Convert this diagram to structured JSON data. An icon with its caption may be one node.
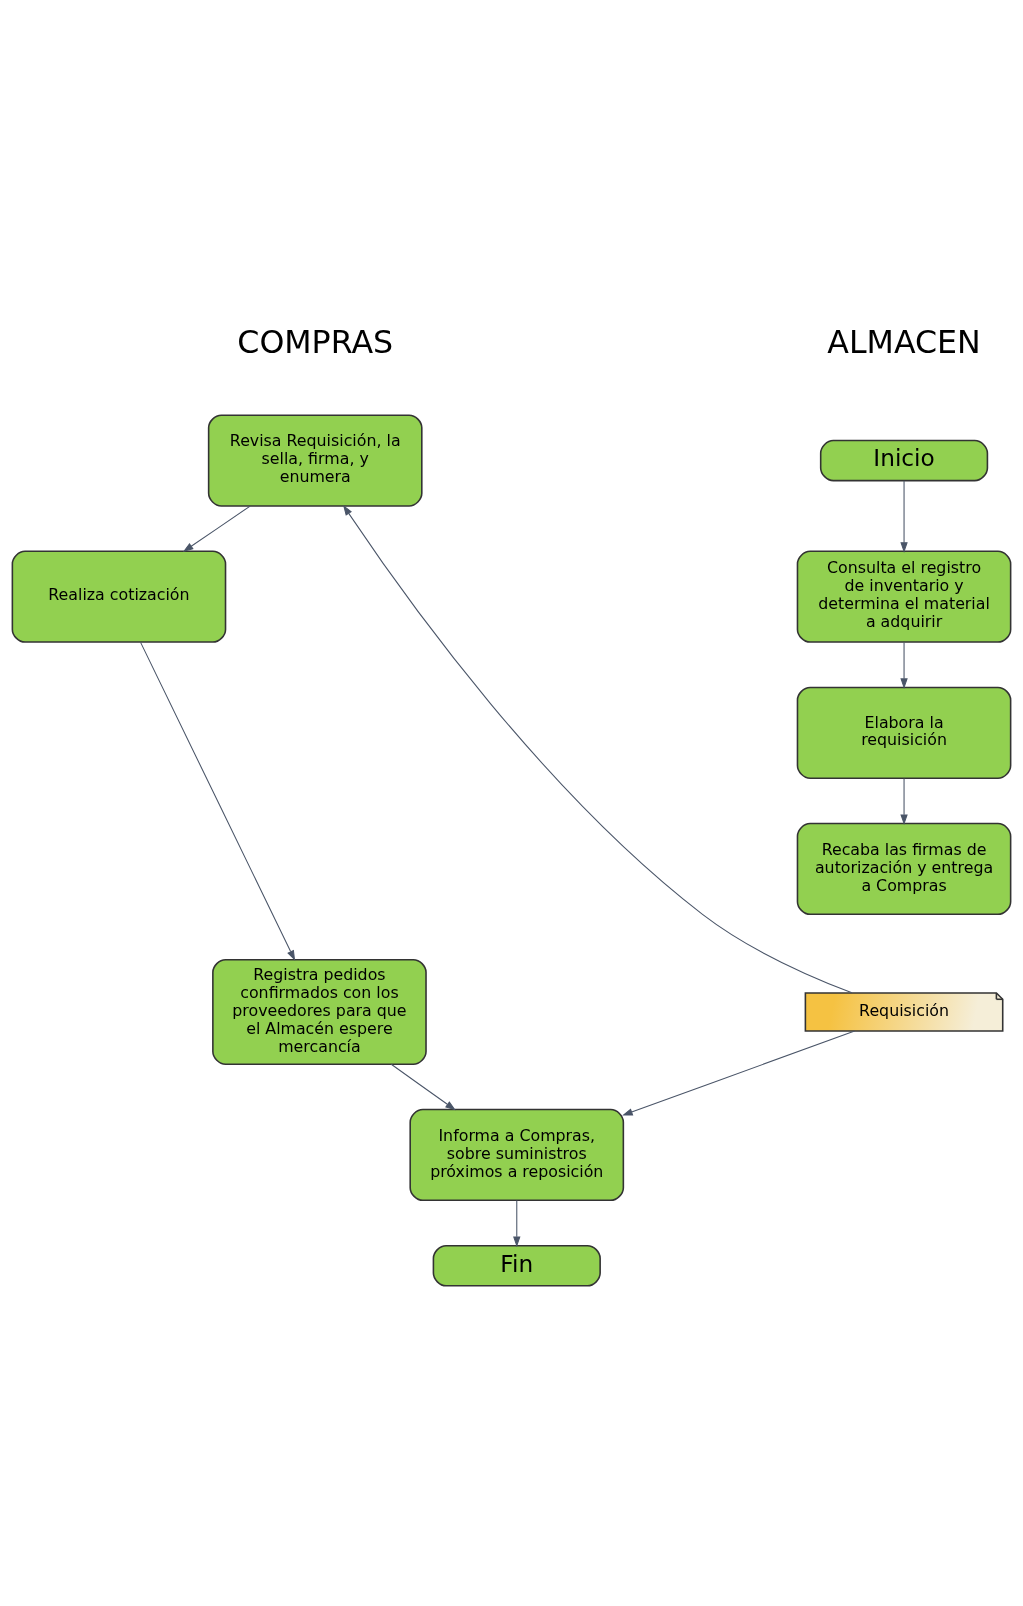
{
  "diagram": {
    "nodes": [
      {
        "text": [
          "Inicio"
        ]
      },
      {
        "text": [
          "Consulta el registro de inventario y determina el material a adquirir"
        ]
      },
      {
        "text": [
          "Elabora la requisición"
        ]
      },
      {
        "text": [
          "Recaba las firmas de autorización y entrega a Compras"
        ]
      },
      {
        "text": [
          "Requisición"
        ]
      },
      {
        "text": [
          "Revisa Requisición, la sella, firma, y enumera"
        ]
      },
      {
        "text": [
          "Realiza cotización"
        ]
      },
      {
        "text": [
          "Registra pedidos confirmados con los proveedores para que el Almacén espere mercancía"
        ]
      },
      {
        "text": [
          "Informa a Compras, sobre suministros próximos a reposición"
        ]
      },
      {
        "text": [
          "Fin"
        ]
      }
    ],
    "edges": [
      {
        "from": 0,
        "to": 1,
        "arrow": "to"
      },
      {
        "from": 1,
        "to": 2,
        "arrow": "to"
      },
      {
        "from": 2,
        "to": 3,
        "arrow": "to"
      },
      {
        "from": 4,
        "to": 5,
        "arrow": "to"
      },
      {
        "from": 5,
        "to": 6,
        "arrow": "to"
      },
      {
        "from": 6,
        "to": 7,
        "arrow": "to"
      },
      {
        "from": 7,
        "to": 8,
        "arrow": "to"
      },
      {
        "from": 4,
        "to": 8,
        "arrow": "to"
      },
      {
        "from": 8,
        "to": 9,
        "arrow": "to"
      }
    ],
    "labels": [
      "ALMACEN",
      "COMPRAS"
    ]
  }
}
